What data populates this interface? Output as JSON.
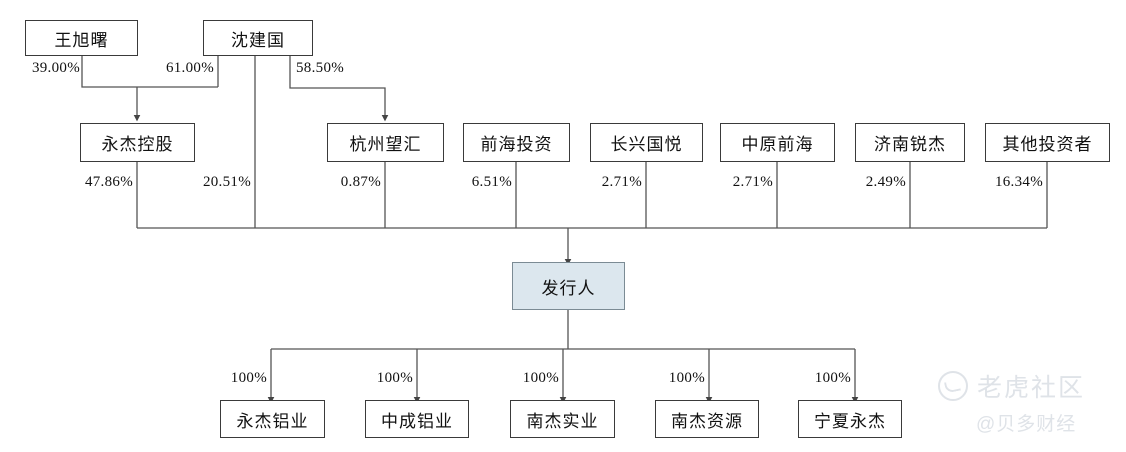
{
  "diagram": {
    "type": "ownership-structure-chart",
    "issuer_fill_color": "#dce7ee",
    "issuer_border_color": "#7b8b94",
    "line_color": "#555555",
    "tiers": {
      "shareholders_top": [
        {
          "id": "wang",
          "label": "王旭曙"
        },
        {
          "id": "shen",
          "label": "沈建国"
        }
      ],
      "shareholders_direct": [
        {
          "id": "yongjie_holding",
          "label": "永杰控股"
        },
        {
          "id": "hangzhou_wanghui",
          "label": "杭州望汇"
        },
        {
          "id": "qianhai_touzi",
          "label": "前海投资"
        },
        {
          "id": "changxing_guoyue",
          "label": "长兴国悦"
        },
        {
          "id": "zhongyuan_qianhai",
          "label": "中原前海"
        },
        {
          "id": "jinan_ruijie",
          "label": "济南锐杰"
        },
        {
          "id": "other_investors",
          "label": "其他投资者"
        }
      ],
      "issuer": {
        "id": "issuer",
        "label": "发行人"
      },
      "subsidiaries": [
        {
          "id": "yongjie_lvye",
          "label": "永杰铝业"
        },
        {
          "id": "zhongcheng_lvye",
          "label": "中成铝业"
        },
        {
          "id": "nanjie_shiye",
          "label": "南杰实业"
        },
        {
          "id": "nanjie_ziyuan",
          "label": "南杰资源"
        },
        {
          "id": "ningxia_yongjie",
          "label": "宁夏永杰"
        }
      ]
    },
    "edges_upper": [
      {
        "id": "wang-to-yongjie",
        "from": "王旭曙",
        "to": "永杰控股",
        "label": "39.00%"
      },
      {
        "id": "shen-to-yongjie",
        "from": "沈建国",
        "to": "永杰控股",
        "label": "61.00%"
      },
      {
        "id": "shen-to-wanghui",
        "from": "沈建国",
        "to": "杭州望汇",
        "label": "58.50%"
      }
    ],
    "edges_to_issuer": [
      {
        "id": "yongjieholding-to-issuer",
        "from": "永杰控股",
        "to": "发行人",
        "label": "47.86%"
      },
      {
        "id": "shen-direct-to-issuer",
        "from": "沈建国",
        "to": "发行人",
        "label": "20.51%"
      },
      {
        "id": "wanghui-to-issuer",
        "from": "杭州望汇",
        "to": "发行人",
        "label": "0.87%"
      },
      {
        "id": "qianhai-to-issuer",
        "from": "前海投资",
        "to": "发行人",
        "label": "6.51%"
      },
      {
        "id": "changxing-to-issuer",
        "from": "长兴国悦",
        "to": "发行人",
        "label": "2.71%"
      },
      {
        "id": "zhongyuan-to-issuer",
        "from": "中原前海",
        "to": "发行人",
        "label": "2.71%"
      },
      {
        "id": "jinan-to-issuer",
        "from": "济南锐杰",
        "to": "发行人",
        "label": "2.49%"
      },
      {
        "id": "others-to-issuer",
        "from": "其他投资者",
        "to": "发行人",
        "label": "16.34%"
      }
    ],
    "edges_to_subsidiaries": [
      {
        "id": "issuer-to-yongjielvye",
        "from": "发行人",
        "to": "永杰铝业",
        "label": "100%"
      },
      {
        "id": "issuer-to-zhongchenglvye",
        "from": "发行人",
        "to": "中成铝业",
        "label": "100%"
      },
      {
        "id": "issuer-to-nanjieshiye",
        "from": "发行人",
        "to": "南杰实业",
        "label": "100%"
      },
      {
        "id": "issuer-to-nanjieziyuan",
        "from": "发行人",
        "to": "南杰资源",
        "label": "100%"
      },
      {
        "id": "issuer-to-ningxiayongjie",
        "from": "发行人",
        "to": "宁夏永杰",
        "label": "100%"
      }
    ]
  },
  "watermarks": {
    "brand": "老虎社区",
    "handle": "@贝多财经"
  }
}
